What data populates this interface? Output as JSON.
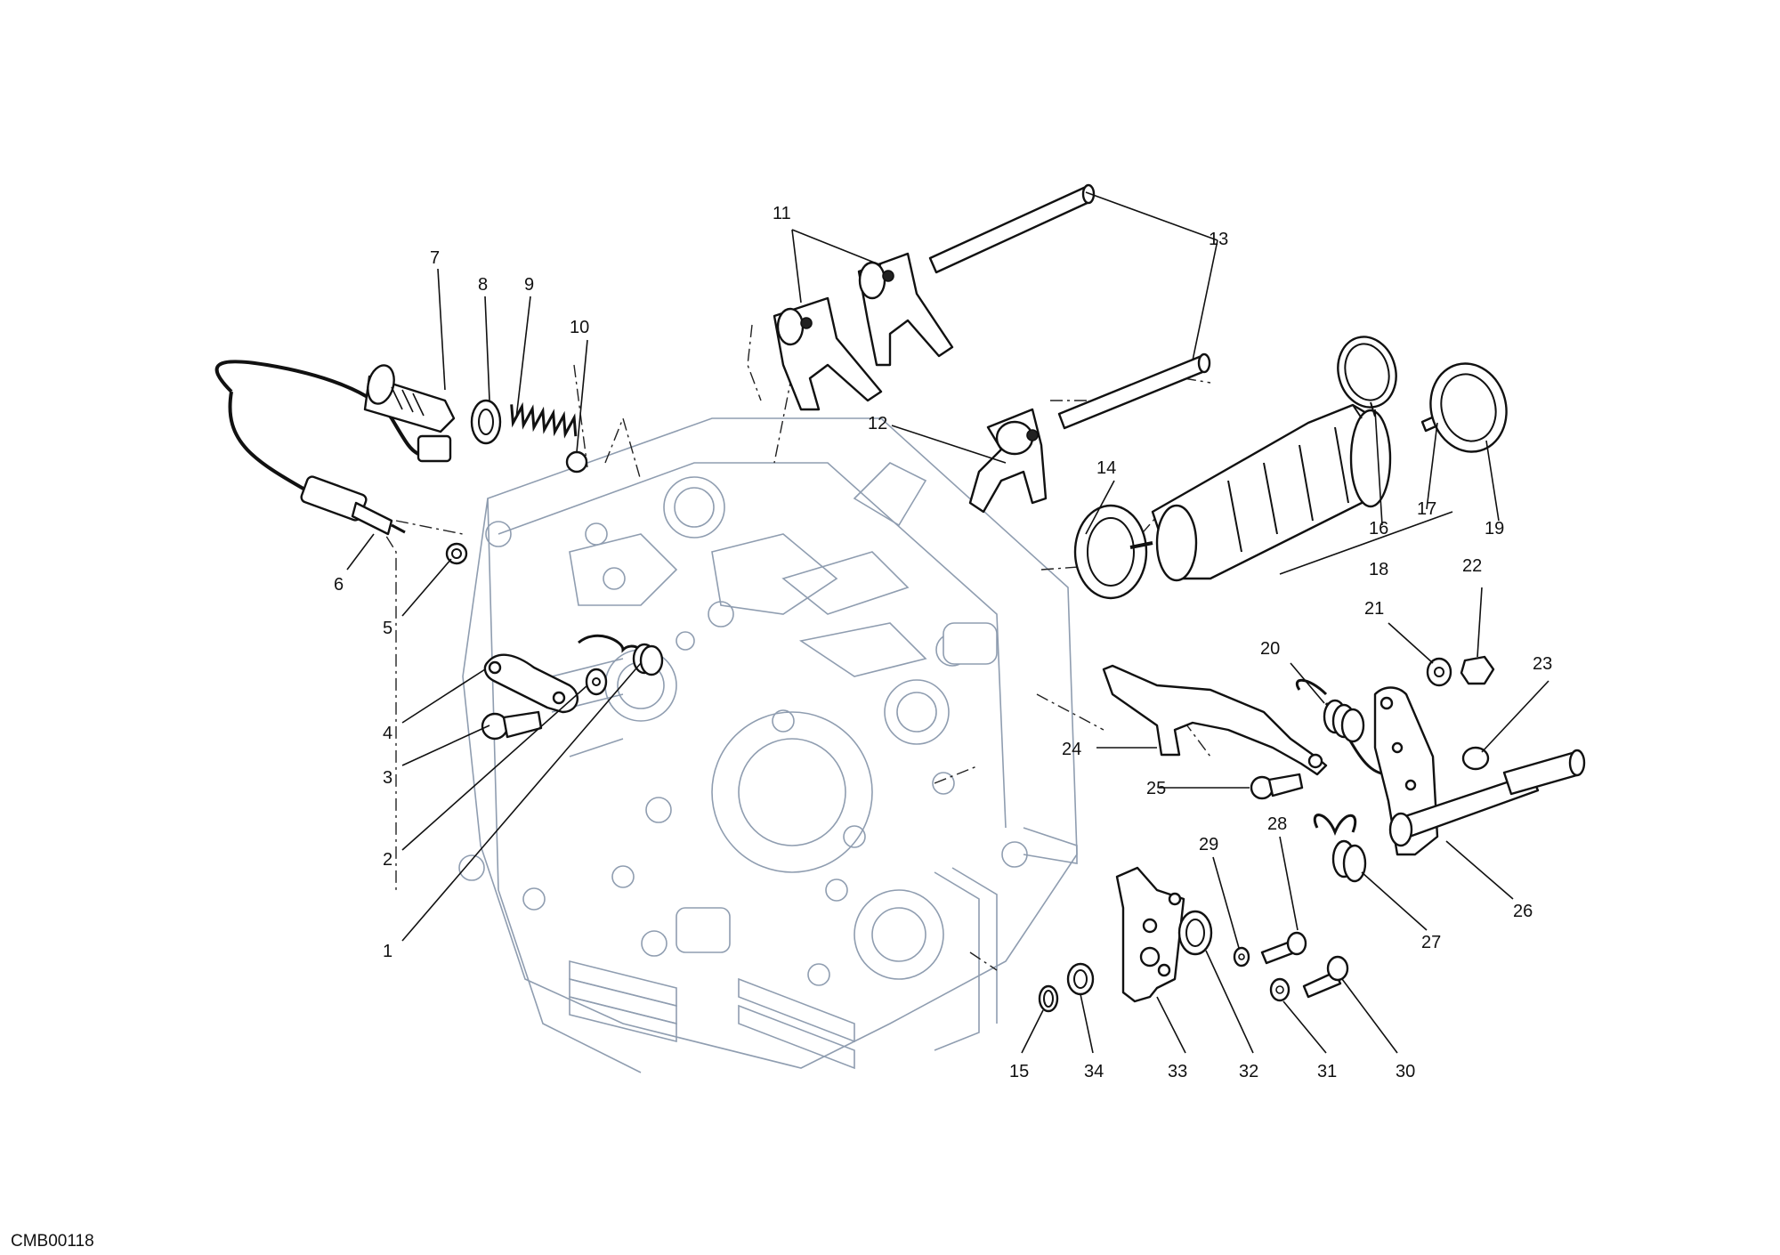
{
  "drawing_code": "CMB00118",
  "callouts": [
    {
      "id": "callout-1",
      "text": "1"
    },
    {
      "id": "callout-2",
      "text": "2"
    },
    {
      "id": "callout-3",
      "text": "3"
    },
    {
      "id": "callout-4",
      "text": "4"
    },
    {
      "id": "callout-5",
      "text": "5"
    },
    {
      "id": "callout-6",
      "text": "6"
    },
    {
      "id": "callout-7",
      "text": "7"
    },
    {
      "id": "callout-8",
      "text": "8"
    },
    {
      "id": "callout-9",
      "text": "9"
    },
    {
      "id": "callout-10",
      "text": "10"
    },
    {
      "id": "callout-11",
      "text": "11"
    },
    {
      "id": "callout-12",
      "text": "12"
    },
    {
      "id": "callout-13",
      "text": "13"
    },
    {
      "id": "callout-14",
      "text": "14"
    },
    {
      "id": "callout-15",
      "text": "15"
    },
    {
      "id": "callout-16",
      "text": "16"
    },
    {
      "id": "callout-17",
      "text": "17"
    },
    {
      "id": "callout-18",
      "text": "18"
    },
    {
      "id": "callout-19",
      "text": "19"
    },
    {
      "id": "callout-20",
      "text": "20"
    },
    {
      "id": "callout-21",
      "text": "21"
    },
    {
      "id": "callout-22",
      "text": "22"
    },
    {
      "id": "callout-23",
      "text": "23"
    },
    {
      "id": "callout-24",
      "text": "24"
    },
    {
      "id": "callout-25",
      "text": "25"
    },
    {
      "id": "callout-26",
      "text": "26"
    },
    {
      "id": "callout-27",
      "text": "27"
    },
    {
      "id": "callout-28",
      "text": "28"
    },
    {
      "id": "callout-29",
      "text": "29"
    },
    {
      "id": "callout-30",
      "text": "30"
    },
    {
      "id": "callout-31",
      "text": "31"
    },
    {
      "id": "callout-32",
      "text": "32"
    },
    {
      "id": "callout-33",
      "text": "33"
    },
    {
      "id": "callout-34",
      "text": "34"
    }
  ]
}
